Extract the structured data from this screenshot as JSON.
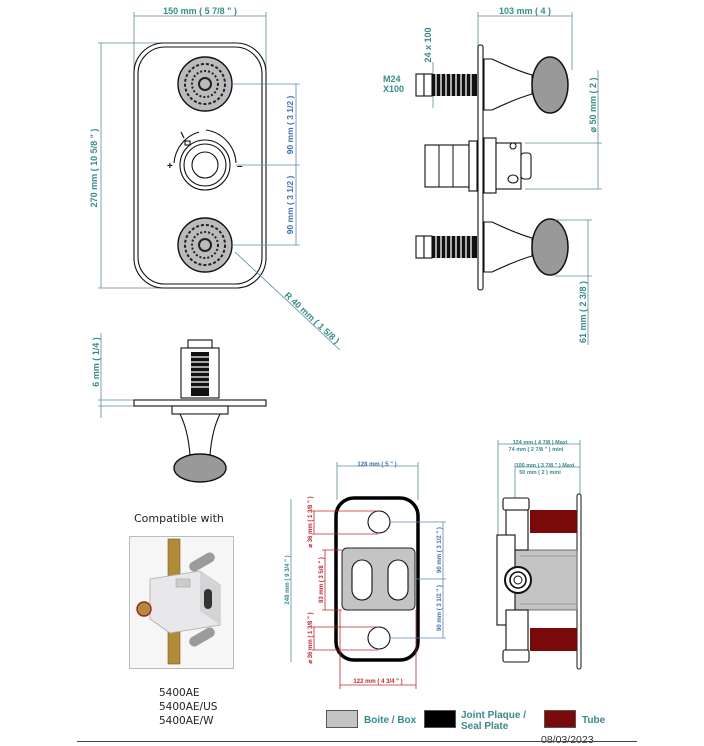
{
  "front_view": {
    "width_dim": "150 mm ( 5 7/8 \" )",
    "height_dim": "270 mm ( 10 5/8 \" )",
    "spacing_upper": "90 mm ( 3 1/2 )",
    "spacing_lower": "90 mm ( 3 1/2 )",
    "radius_dim": "R 40 mm ( 1 5/8 )",
    "plus_sign": "+",
    "minus_sign": "–"
  },
  "side_view": {
    "depth_dim": "103 mm ( 4 )",
    "thread_label_1": "M24",
    "thread_label_2": "X100",
    "thread_dim": "24 x 100",
    "diameter_dim": "⌀ 50 mm ( 2 )",
    "spacing_dim": "61 mm ( 2 3/8 )"
  },
  "top_view": {
    "plate_thickness_dim": "6 mm ( 1/4 )"
  },
  "compatibility": {
    "title": "Compatible with",
    "models": [
      "5400AE",
      "5400AE/US",
      "5400AE/W"
    ]
  },
  "seal_plate_view": {
    "width_top": "128 mm ( 5 \" )",
    "width_bottom": "122 mm ( 4 3/4 \" )",
    "height_dim": "248 mm ( 9 3/4 \" )",
    "hole_dia_top": "⌀ 36 mm ( 1 3/8 \" )",
    "hole_dia_bottom": "⌀ 36 mm ( 1 3/8 \" )",
    "box_height": "93 mm ( 3 5/8 \" )",
    "spacing_upper": "90 mm ( 3 1/2 \" )",
    "spacing_lower": "90 mm ( 3 1/2 \" )"
  },
  "box_side_view": {
    "max_dim": "124 mm ( 4 7/8 )  Maxi",
    "min_dim": "74 mm ( 2 7/8 \" ) mini",
    "max_dim_2": "100 mm ( 3 7/8 \" )  Maxi",
    "min_dim_2": "50 mm ( 2 ) mini"
  },
  "legend": {
    "items": [
      {
        "label": "Boite / Box",
        "color": "#c4c4c4"
      },
      {
        "label": "Joint Plaque / Seal Plate",
        "color": "#000000"
      },
      {
        "label": "Tube",
        "color": "#7a0a0a"
      }
    ]
  },
  "footer": {
    "date": "08/03/2023"
  }
}
